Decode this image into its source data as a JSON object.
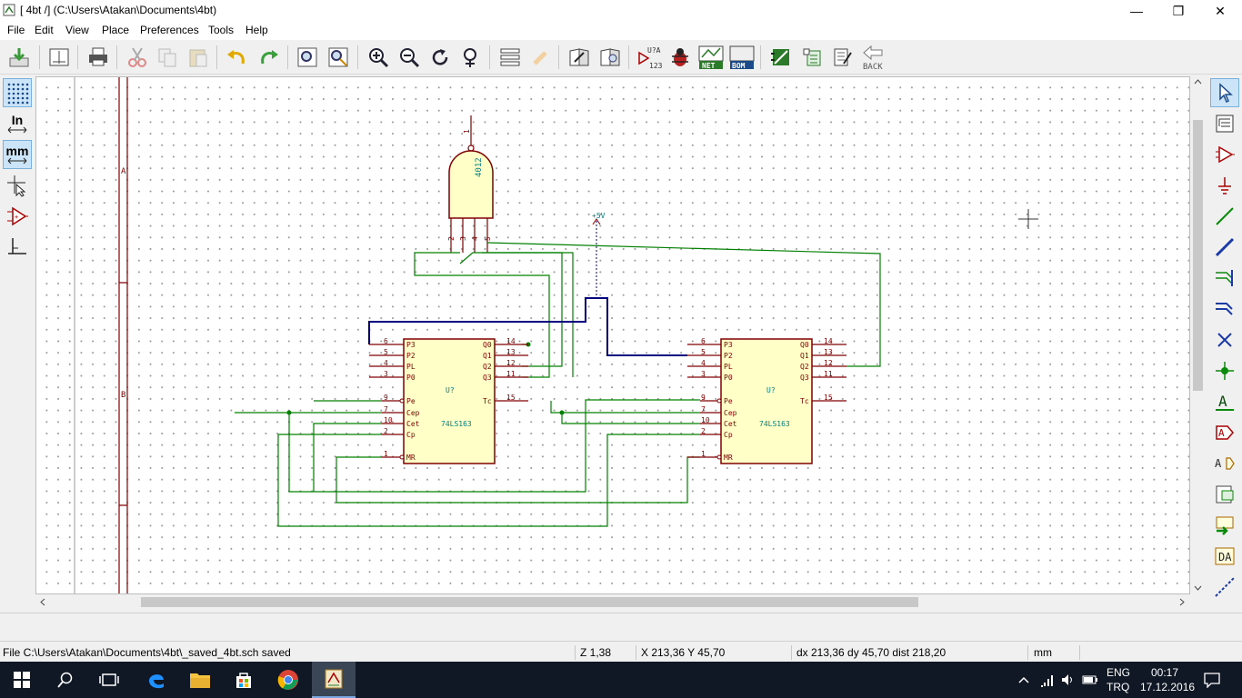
{
  "window": {
    "title": "[ 4bt /] (C:\\Users\\Atakan\\Documents\\4bt)",
    "minimize": "—",
    "maximize": "❐",
    "close": "✕"
  },
  "menu": [
    "File",
    "Edit",
    "View",
    "Place",
    "Preferences",
    "Tools",
    "Help"
  ],
  "toolbar": {
    "icons": [
      "save-icon",
      "page-settings-icon",
      "print-icon",
      "cut-icon",
      "copy-icon",
      "paste-icon",
      "undo-icon",
      "redo-icon",
      "find-icon",
      "find-replace-icon",
      "zoom-in-icon",
      "zoom-out-icon",
      "zoom-redraw-icon",
      "zoom-fit-icon",
      "hierarchy-navigator-icon",
      "leave-sheet-icon",
      "library-editor-icon",
      "library-browser-icon",
      "annotate-icon",
      "erc-icon",
      "netlist-icon",
      "bom-icon",
      "cvpcb-icon",
      "pcbnew-icon",
      "import-footprint-icon",
      "back-icon"
    ],
    "annotate_label_top": "U?A",
    "annotate_label_bottom": "123",
    "netlist_label": "NET",
    "bom_label": "BOM",
    "back_label": "BACK"
  },
  "left_toolbar": {
    "grid": "show-grid-icon",
    "inch_label": "In",
    "mm_label": "mm",
    "cursor": "full-cursor-icon",
    "hidden_pins": "hidden-pins-icon",
    "h_v_wire": "wire-orientation-icon"
  },
  "right_toolbar": [
    "select-icon",
    "hierarchy-icon",
    "component-icon",
    "power-port-icon",
    "wire-icon",
    "bus-icon",
    "wire-bus-entry-icon",
    "bus-bus-entry-icon",
    "no-connect-icon",
    "junction-icon",
    "net-label-icon",
    "global-label-icon",
    "hierarchical-label-icon",
    "hierarchical-sheet-icon",
    "import-sheet-pin-icon",
    "hierarchical-pin-icon",
    "graphic-line-icon"
  ],
  "schematic": {
    "border_labels": [
      "A",
      "B"
    ],
    "gate": {
      "ref": "4012",
      "pins": [
        "1",
        "2",
        "3",
        "4",
        "5"
      ]
    },
    "power": "+5V",
    "chip_left": {
      "ref": "U?",
      "value": "74LS163"
    },
    "chip_right": {
      "ref": "U?",
      "value": "74LS163"
    },
    "pins_left_side": [
      "P3",
      "P2",
      "PL",
      "P0",
      "Pe",
      "Cep",
      "Cet",
      "Cp",
      "MR"
    ],
    "pin_nums_left": [
      "6",
      "5",
      "4",
      "3",
      "9",
      "7",
      "10",
      "2",
      "1"
    ],
    "pins_right_side": [
      "Q0",
      "Q1",
      "Q2",
      "Q3",
      "Tc"
    ],
    "pin_nums_right": [
      "14",
      "13",
      "12",
      "11",
      "15"
    ]
  },
  "status": {
    "message": "File C:\\Users\\Atakan\\Documents\\4bt\\_saved_4bt.sch saved",
    "zoom": "Z 1,38",
    "xy": "X 213,36  Y 45,70",
    "delta": "dx 213,36  dy 45,70  dist 218,20",
    "units": "mm"
  },
  "taskbar": {
    "lang_top": "ENG",
    "lang_bottom": "TRQ",
    "time": "00:17",
    "date": "17.12.2016"
  }
}
